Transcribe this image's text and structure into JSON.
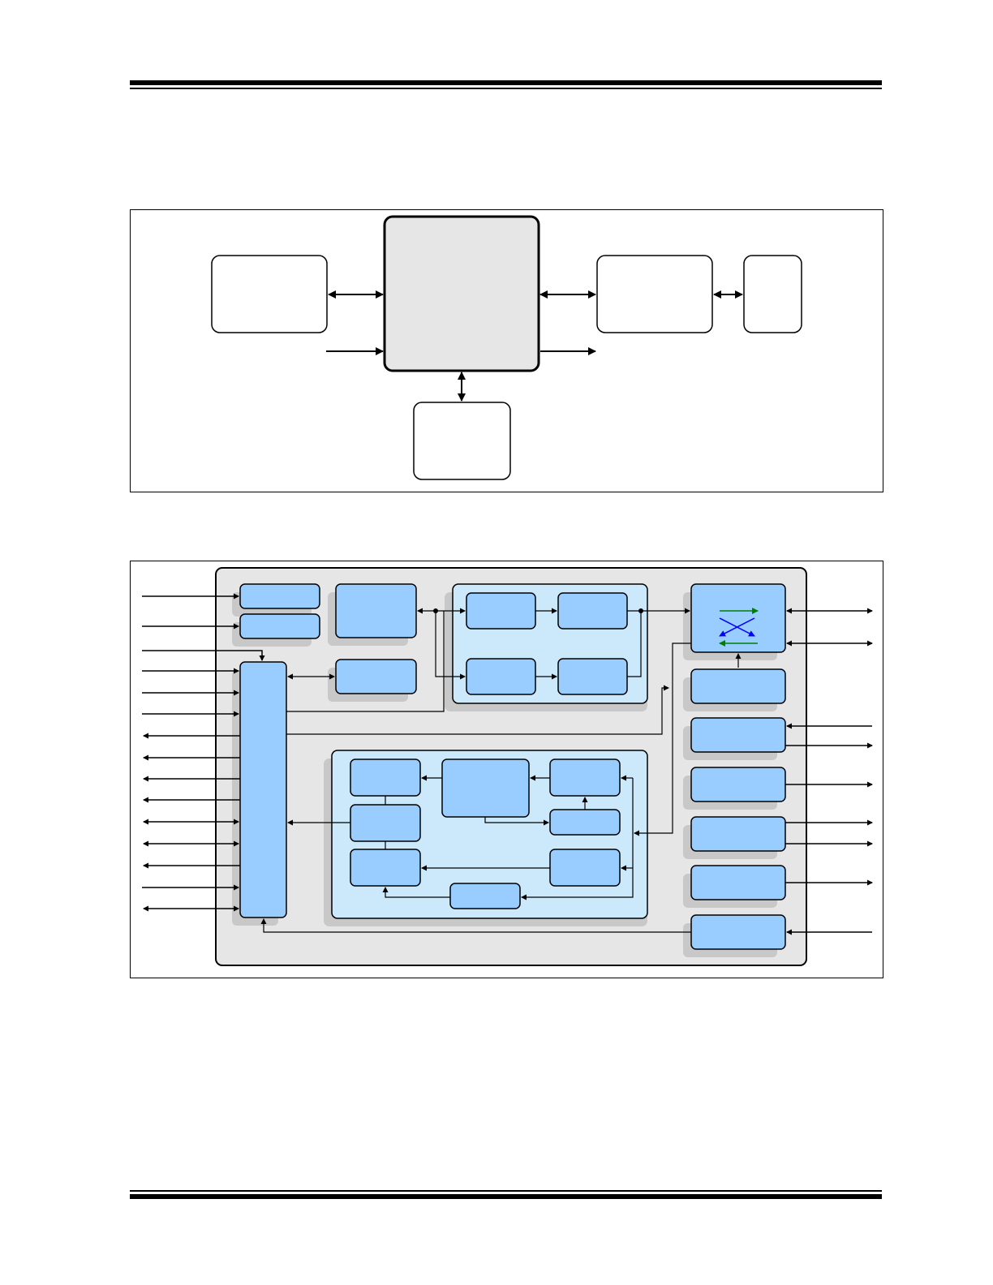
{
  "page": {
    "header_rule": "",
    "footer_rule": ""
  },
  "figure1": {
    "blocks": [
      {
        "id": "left-block",
        "label": ""
      },
      {
        "id": "center-block",
        "label": ""
      },
      {
        "id": "right-block-1",
        "label": ""
      },
      {
        "id": "right-block-2",
        "label": ""
      },
      {
        "id": "bottom-block",
        "label": ""
      }
    ]
  },
  "figure2": {
    "blocks": [],
    "colors": {
      "outer_fill": "#e6e6e6",
      "block_fill": "#99ccff",
      "subsystem_fill": "#cce8fb",
      "shadow": "#c8c8c8",
      "switch_green": "#008000",
      "switch_blue": "#0000ff"
    }
  }
}
